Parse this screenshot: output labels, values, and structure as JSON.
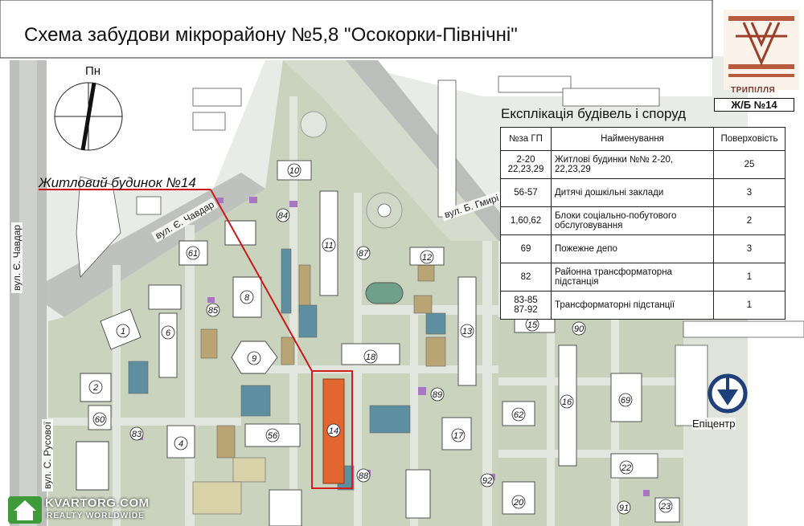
{
  "title": "Схема забудови мікрорайону №5,8 \"Осокорки-Північні\"",
  "north_label": "Пн",
  "callout_label": "Житловий будинок №14",
  "streets": {
    "chavdar_west": "вул. Є. Чавдар",
    "chavdar_inner": "вул. Є. Чавдар",
    "hmyria": "вул. Б. Гмирі",
    "rusova": "вул. С. Русової"
  },
  "legend": {
    "title": "Експлікація будівель і споруд",
    "headers": [
      "№за ГП",
      "Найменування",
      "Поверховість"
    ],
    "rows": [
      {
        "num": "2-20\n22,23,29",
        "name": "Житлові будинки №№ 2-20,\n22,23,29",
        "floors": "25"
      },
      {
        "num": "56-57",
        "name": "Дитячі дошкільні заклади",
        "floors": "3"
      },
      {
        "num": "1,60,62",
        "name": "Блоки соціально-побутового\nобслуговування",
        "floors": "2"
      },
      {
        "num": "69",
        "name": "Пожежне депо",
        "floors": "3"
      },
      {
        "num": "82",
        "name": "Районна трансформаторна\nпідстанція",
        "floors": "1"
      },
      {
        "num": "83-85\n87-92",
        "name": "Трансформаторні підстанції",
        "floors": "1"
      }
    ]
  },
  "logo": {
    "label": "ТРИПІЛЛЯ",
    "code": "Ж/Б №14"
  },
  "epicenter_label": "Епіцентр",
  "watermark": {
    "line1": "KVARTORG.COM",
    "line2": "REALTY WORLDWIDE"
  },
  "building_labels": [
    "10",
    "11",
    "12",
    "13",
    "8",
    "9",
    "6",
    "1",
    "2",
    "60",
    "61",
    "4",
    "56",
    "14",
    "18",
    "17",
    "16",
    "62",
    "69",
    "22",
    "15",
    "20",
    "23",
    "84",
    "85",
    "87",
    "88",
    "89",
    "90",
    "83",
    "91",
    "92"
  ],
  "colors": {
    "highlight_building": "#e2662f",
    "highlight_frame": "#d22020",
    "callout_line": "#c81818",
    "epicenter": "#1f3f7a"
  }
}
